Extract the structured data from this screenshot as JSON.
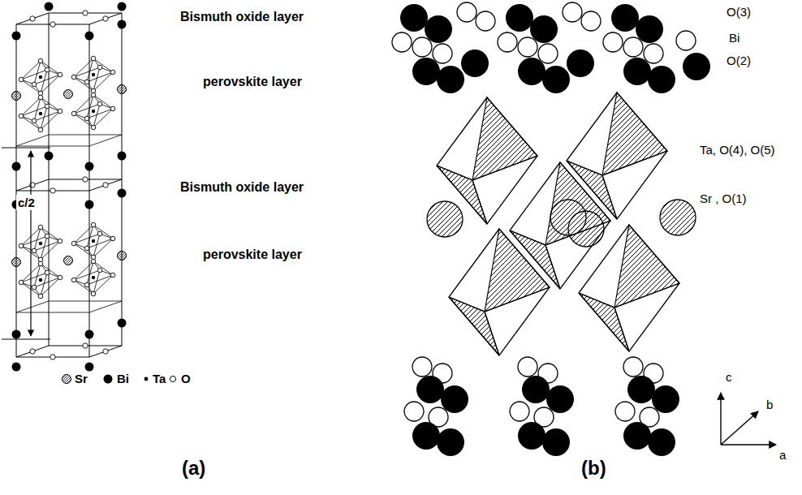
{
  "diagram": {
    "labels": [
      "Bismuth oxide layer",
      "perovskite layer",
      "Bismuth oxide layer",
      "perovskite layer",
      "c/2",
      "(a)",
      "O(3)",
      "Bi",
      "O(2)",
      "Ta, O(4), O(5)",
      "Sr , O(1)",
      "c",
      "b",
      "a",
      "(b)"
    ],
    "legend": [
      {
        "text": "Sr"
      },
      {
        "text": "Bi"
      },
      {
        "text": "Ta"
      },
      {
        "text": "O"
      }
    ]
  }
}
